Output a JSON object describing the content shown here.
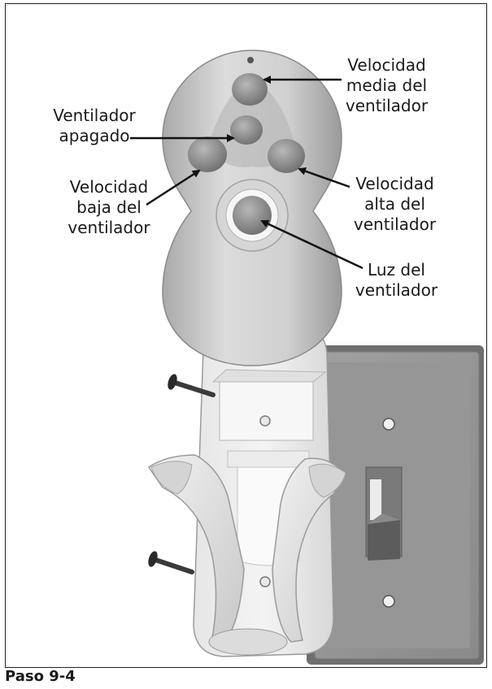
{
  "labels": {
    "medium": "Velocidad\nmedia del\nventilador",
    "off": "Ventilador\napagado",
    "low": "Velocidad\nbaja del\nventilador",
    "high": "Velocidad\nalta del\nventilador",
    "light": "Luz del\nventilador"
  },
  "caption": "Paso 9-4"
}
